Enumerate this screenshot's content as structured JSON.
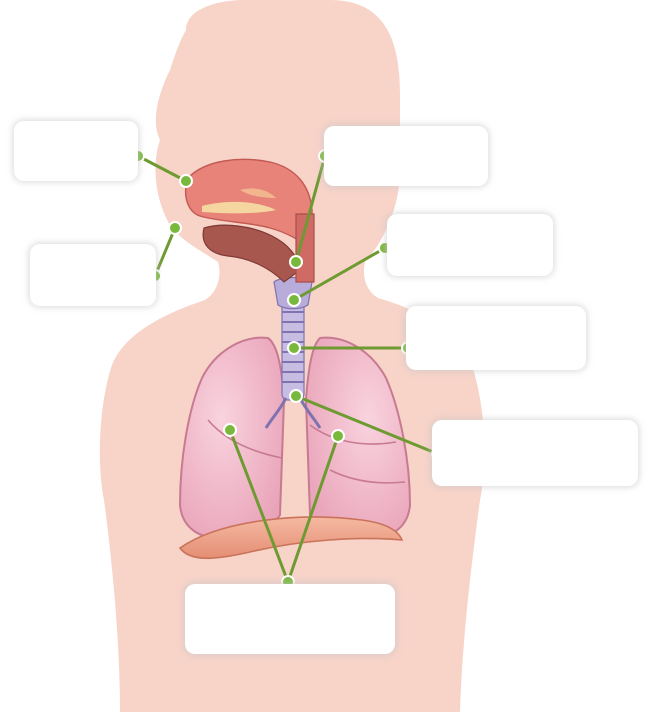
{
  "diagram": {
    "labels": [
      {
        "id": "box-1",
        "value": ""
      },
      {
        "id": "box-2",
        "value": ""
      },
      {
        "id": "box-3",
        "value": ""
      },
      {
        "id": "box-4",
        "value": ""
      },
      {
        "id": "box-5",
        "value": ""
      },
      {
        "id": "box-6",
        "value": ""
      },
      {
        "id": "box-7",
        "value": ""
      }
    ]
  },
  "colors": {
    "body_silhouette": "#f7d3c8",
    "lung_fill": "#f0b4c6",
    "lung_outline": "#c77a92",
    "nasal_cavity": "#e8837a",
    "oral_cavity": "#a8574f",
    "trachea": "#9b8fc6",
    "diaphragm": "#f0a58e",
    "leader_line": "#6e9a32",
    "leader_dot": "#78b83a"
  }
}
